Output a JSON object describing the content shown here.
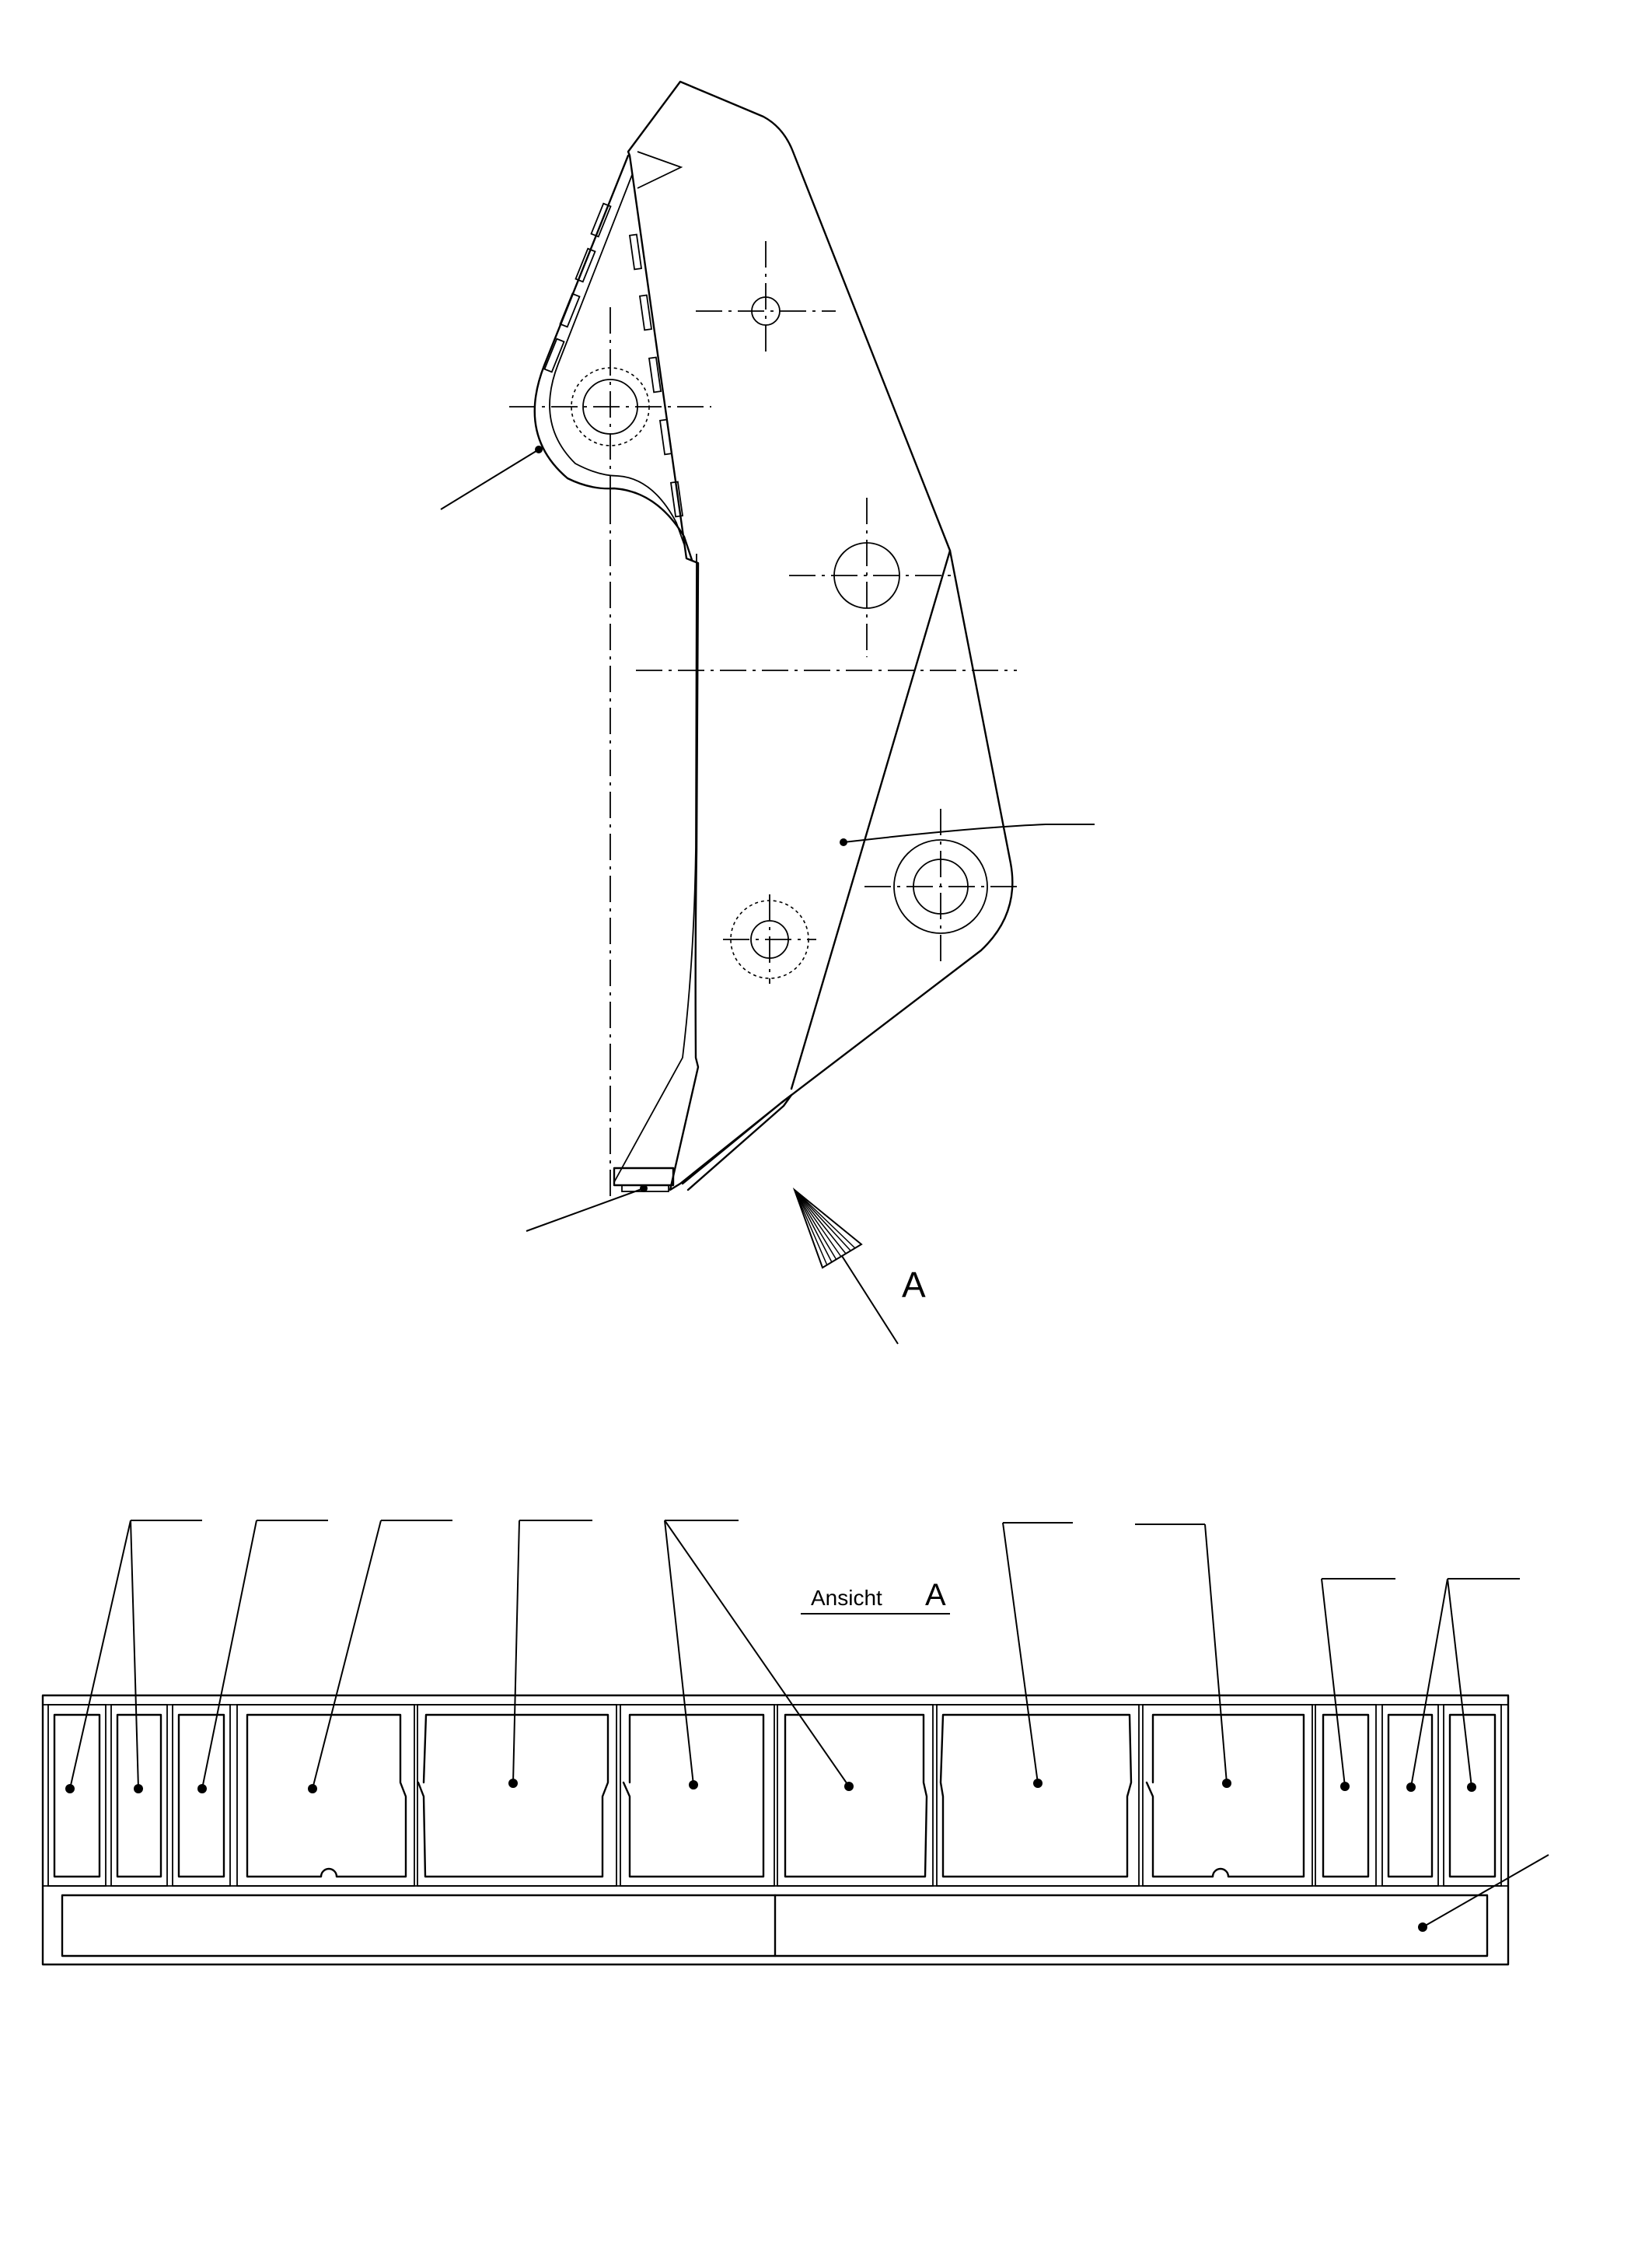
{
  "view": {
    "arrow_letter": "A",
    "ansicht_label": "Ansicht",
    "ansicht_letter": "A"
  }
}
